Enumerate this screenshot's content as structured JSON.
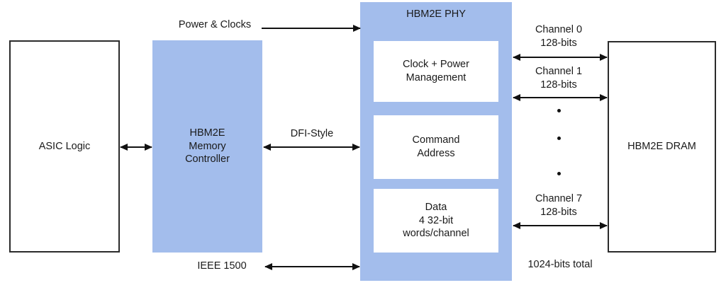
{
  "diagram": {
    "title": "HBM2E subsystem block diagram",
    "colors": {
      "blue_block": "#a3bdec",
      "outline": "#2b2b2b",
      "arrow": "#111111",
      "background": "#ffffff"
    }
  },
  "blocks": {
    "asic_logic": {
      "label": "ASIC Logic"
    },
    "memory_controller": {
      "label": "HBM2E\nMemory\nController"
    },
    "phy": {
      "title": "HBM2E PHY",
      "sub_blocks": [
        {
          "label": "Clock + Power\nManagement"
        },
        {
          "label": "Command\nAddress"
        },
        {
          "label": "Data\n4 32-bit\nwords/channel"
        }
      ]
    },
    "dram": {
      "label": "HBM2E DRAM"
    }
  },
  "connections": {
    "power_clocks": {
      "label": "Power & Clocks"
    },
    "asic_to_controller": {
      "label": ""
    },
    "dfi_style": {
      "label": "DFI-Style"
    },
    "ieee_1500": {
      "label": "IEEE 1500"
    },
    "channels": [
      {
        "label": "Channel 0\n128-bits"
      },
      {
        "label": "Channel 1\n128-bits"
      },
      {
        "label": "Channel 7\n128-bits"
      }
    ],
    "total_width": {
      "label": "1024-bits total"
    },
    "ellipsis_dots": 3
  }
}
